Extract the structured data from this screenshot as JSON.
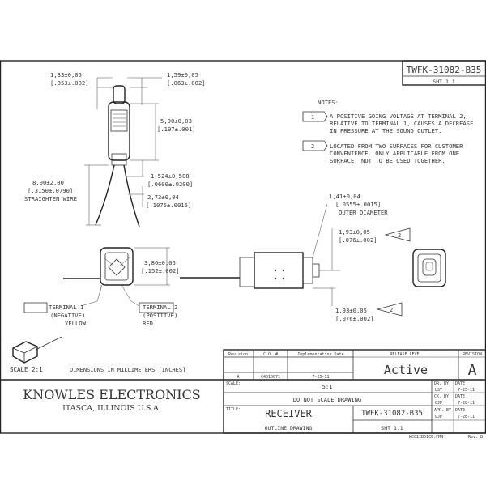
{
  "header": {
    "part_number": "TWFK-31082-B35",
    "sheet": "SHT 1.1"
  },
  "dimensions": {
    "d1": {
      "mm": "1,33±0,05",
      "in": "[.053±.002]"
    },
    "d2": {
      "mm": "1,59±0,05",
      "in": "[.063±.002]"
    },
    "d3": {
      "mm": "5,00±0,03",
      "in": "[.197±.001]"
    },
    "d4": {
      "mm": "1,524±0,508",
      "in": "[.0600±.0200]"
    },
    "d5": {
      "mm": "8,00±2,00",
      "in": "[.3150±.0790]",
      "label": "STRAIGHTEN WIRE"
    },
    "d6": {
      "mm": "2,73±0,04",
      "in": "[.1075±.0015]"
    },
    "d7": {
      "mm": "3,86±0,05",
      "in": "[.152±.002]"
    },
    "d8": {
      "mm": "1,41±0,04",
      "in": "[.0555±.0015]",
      "label": "OUTER DIAMETER"
    },
    "d9": {
      "mm": "1,93±0,05",
      "in": "[.076±.002]"
    },
    "d10": {
      "mm": "1,93±0,05",
      "in": "[.076±.002]"
    }
  },
  "notes": {
    "title": "NOTES:",
    "n1": {
      "num": "1",
      "lines": [
        "A POSITIVE GOING VOLTAGE AT TERMINAL 2,",
        "RELATIVE TO TERMINAL 1, CAUSES A DECREASE",
        "IN PRESSURE AT THE SOUND OUTLET."
      ]
    },
    "n2": {
      "num": "2",
      "lines": [
        "LOCATED FROM TWO SURFACES FOR CUSTOMER",
        "CONVENIENCE. ONLY APPLICABLE FROM ONE",
        "SURFACE, NOT TO BE USED TOGETHER."
      ]
    }
  },
  "flags": {
    "flag1": "1",
    "flag2": "2"
  },
  "terminals": {
    "t1": {
      "lines": [
        "TERMINAL 1",
        "(NEGATIVE)",
        "YELLOW"
      ]
    },
    "t2": {
      "lines": [
        "TERMINAL 2",
        "(POSITIVE)",
        "RED"
      ]
    }
  },
  "scale_label": "SCALE  2:1",
  "units_note": "DIMENSIONS IN MILLIMETERS [INCHES]",
  "title_block": {
    "company": "KNOWLES ELECTRONICS",
    "location": "ITASCA, ILLINOIS U.S.A.",
    "rev_table": {
      "headers": [
        "Revision",
        "C.O. #",
        "Implementation Date"
      ],
      "row": [
        "A",
        "C4010071",
        "7-25-11"
      ]
    },
    "release_level_label": "RELEASE LEVEL",
    "release_level": "Active",
    "revision_label": "REVISION",
    "revision": "A",
    "scale_label": "SCALE:",
    "scale": "5:1",
    "do_not_scale": "DO NOT SCALE DRAWING",
    "title_label": "TITLE:",
    "title": "RECEIVER",
    "subtitle": "OUTLINE DRAWING",
    "part_number": "TWFK-31082-B35",
    "sheet": "SHT 1.1",
    "dr_by_label": "DR. BY",
    "dr_by": "LSY",
    "dr_date": "7-25-11",
    "ck_by_label": "CK. BY",
    "ck_by": "GJP",
    "ck_date": "7-28-11",
    "app_by_label": "APP. BY",
    "app_by": "GJP",
    "app_date": "7-28-11",
    "date_label": "DATE",
    "footer_file": "WCC1IB51CE.FMN",
    "footer_rev": "Rev: B"
  }
}
